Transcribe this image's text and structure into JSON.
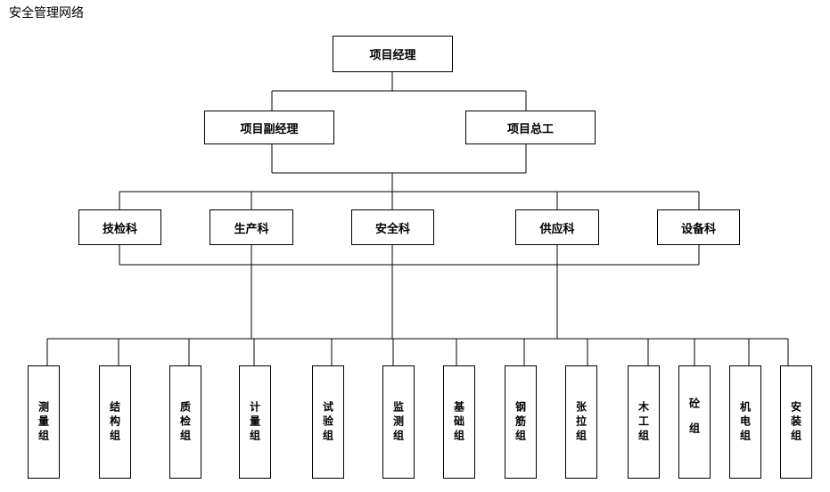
{
  "title": "安全管理网络",
  "manager": "项目经理",
  "deputies": [
    "项目副经理",
    "项目总工"
  ],
  "departments": [
    "技检科",
    "生产科",
    "安全科",
    "供应科",
    "设备科"
  ],
  "groups": [
    "测量组",
    "结构组",
    "质检组",
    "计量组",
    "试验组",
    "监测组",
    "基础组",
    "钢筋组",
    "张拉组",
    "木工组",
    "砼组",
    "机电组",
    "安装组"
  ]
}
